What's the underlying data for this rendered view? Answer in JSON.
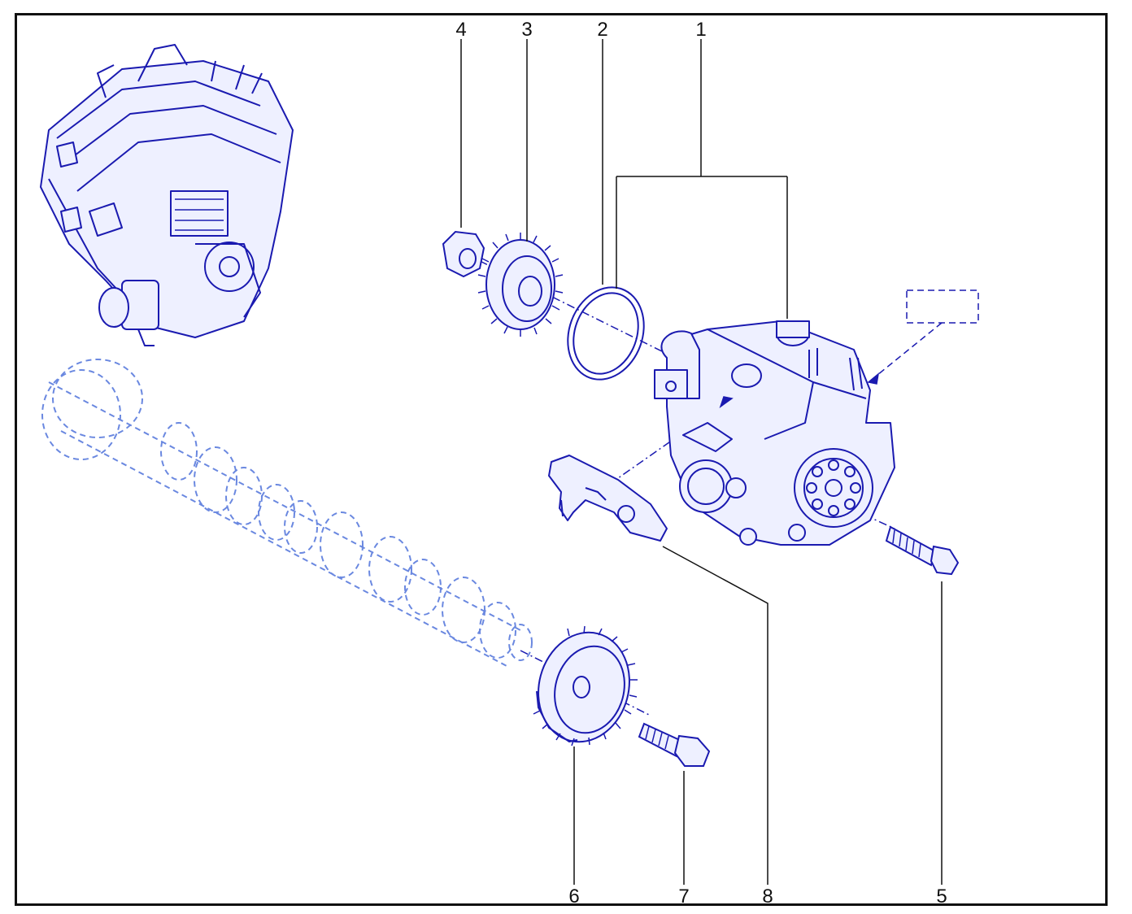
{
  "diagram": {
    "callouts": [
      "1",
      "2",
      "3",
      "4",
      "5",
      "6",
      "7",
      "8"
    ],
    "colors": {
      "line": "#1a1ab0",
      "fill": "#eef0ff",
      "ghost": "#6a88e0",
      "text": "#111111",
      "frame": "#111111"
    }
  }
}
